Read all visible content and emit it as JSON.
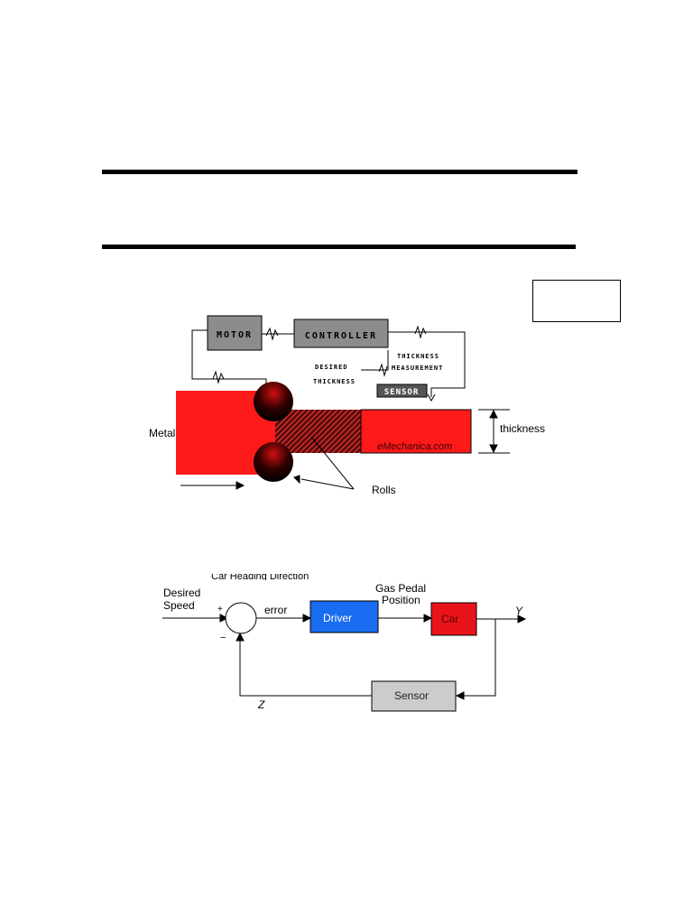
{
  "rolling_mill": {
    "motor": "MOTOR",
    "controller": "CONTROLLER",
    "desired_thickness_1": "DESIRED",
    "desired_thickness_2": "THICKNESS",
    "thickness_measurement_1": "THICKNESS",
    "thickness_measurement_2": "MEASUREMENT",
    "sensor": "SENSOR",
    "metal": "Metal",
    "thickness": "thickness",
    "watermark": "eMechanica.com",
    "rolls": "Rolls"
  },
  "feedback_loop": {
    "partial_label": "Car Heading Direction",
    "desired_speed_1": "Desired",
    "desired_speed_2": "Speed",
    "plus": "+",
    "minus": "−",
    "error": "error",
    "gas_pedal_1": "Gas Pedal",
    "gas_pedal_2": "Position",
    "driver": "Driver",
    "car": "Car",
    "output": "Y",
    "sensor": "Sensor",
    "feedback": "Z"
  },
  "colors": {
    "metal_red": "#ff1a1a",
    "motor_gray": "#8c8c8c",
    "driver_blue": "#1a6cf0",
    "car_red": "#e8141a",
    "sensor_gray": "#cccccc"
  }
}
